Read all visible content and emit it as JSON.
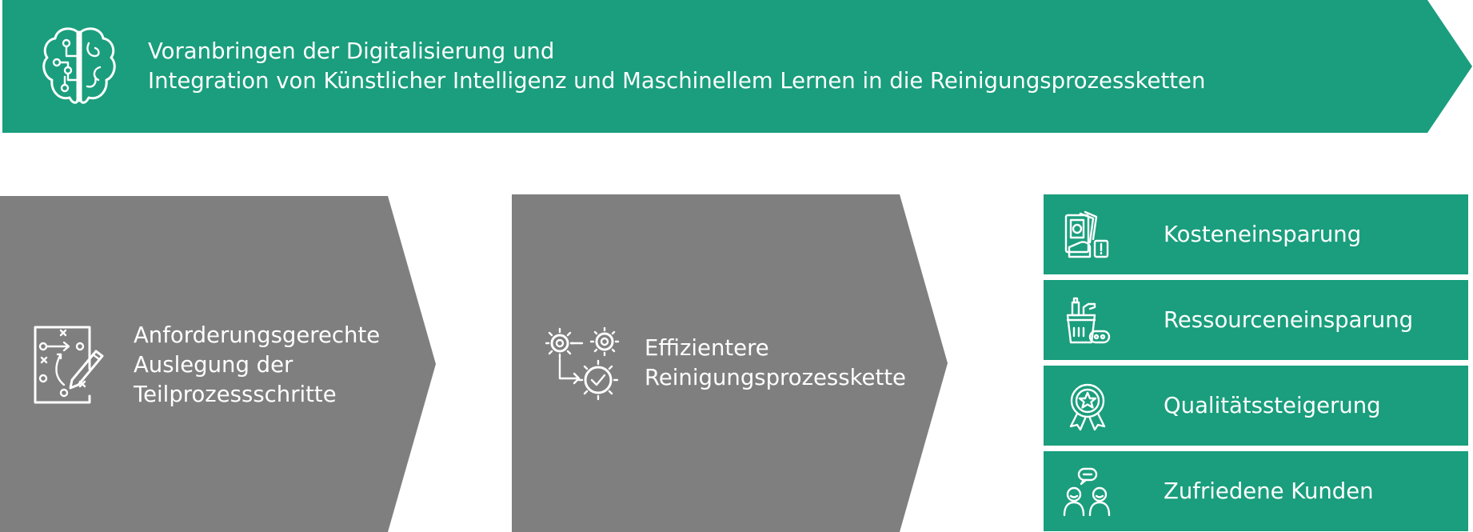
{
  "banner": {
    "line1": "Voranbringen der Digitalisierung und",
    "line2": "Integration von Künstlicher Intelligenz und Maschinellem Lernen in die Reinigungsprozessketten",
    "icon": "brain-circuit-icon",
    "color": "#1a9e7d"
  },
  "steps": [
    {
      "icon": "strategy-plan-icon",
      "lines": [
        "Anforderungsgerechte",
        "Auslegung der",
        "Teilprozessschritte"
      ]
    },
    {
      "icon": "gears-process-icon",
      "lines": [
        "Effizientere",
        "Reinigungsprozesskette"
      ]
    }
  ],
  "step_color": "#7f7f7f",
  "benefits": [
    {
      "label": "Kosteneinsparung",
      "icon": "money-cost-icon"
    },
    {
      "label": "Ressourceneinsparung",
      "icon": "cleaning-supplies-icon"
    },
    {
      "label": "Qualitätssteigerung",
      "icon": "quality-award-icon"
    },
    {
      "label": "Zufriedene Kunden",
      "icon": "happy-customers-icon"
    }
  ]
}
